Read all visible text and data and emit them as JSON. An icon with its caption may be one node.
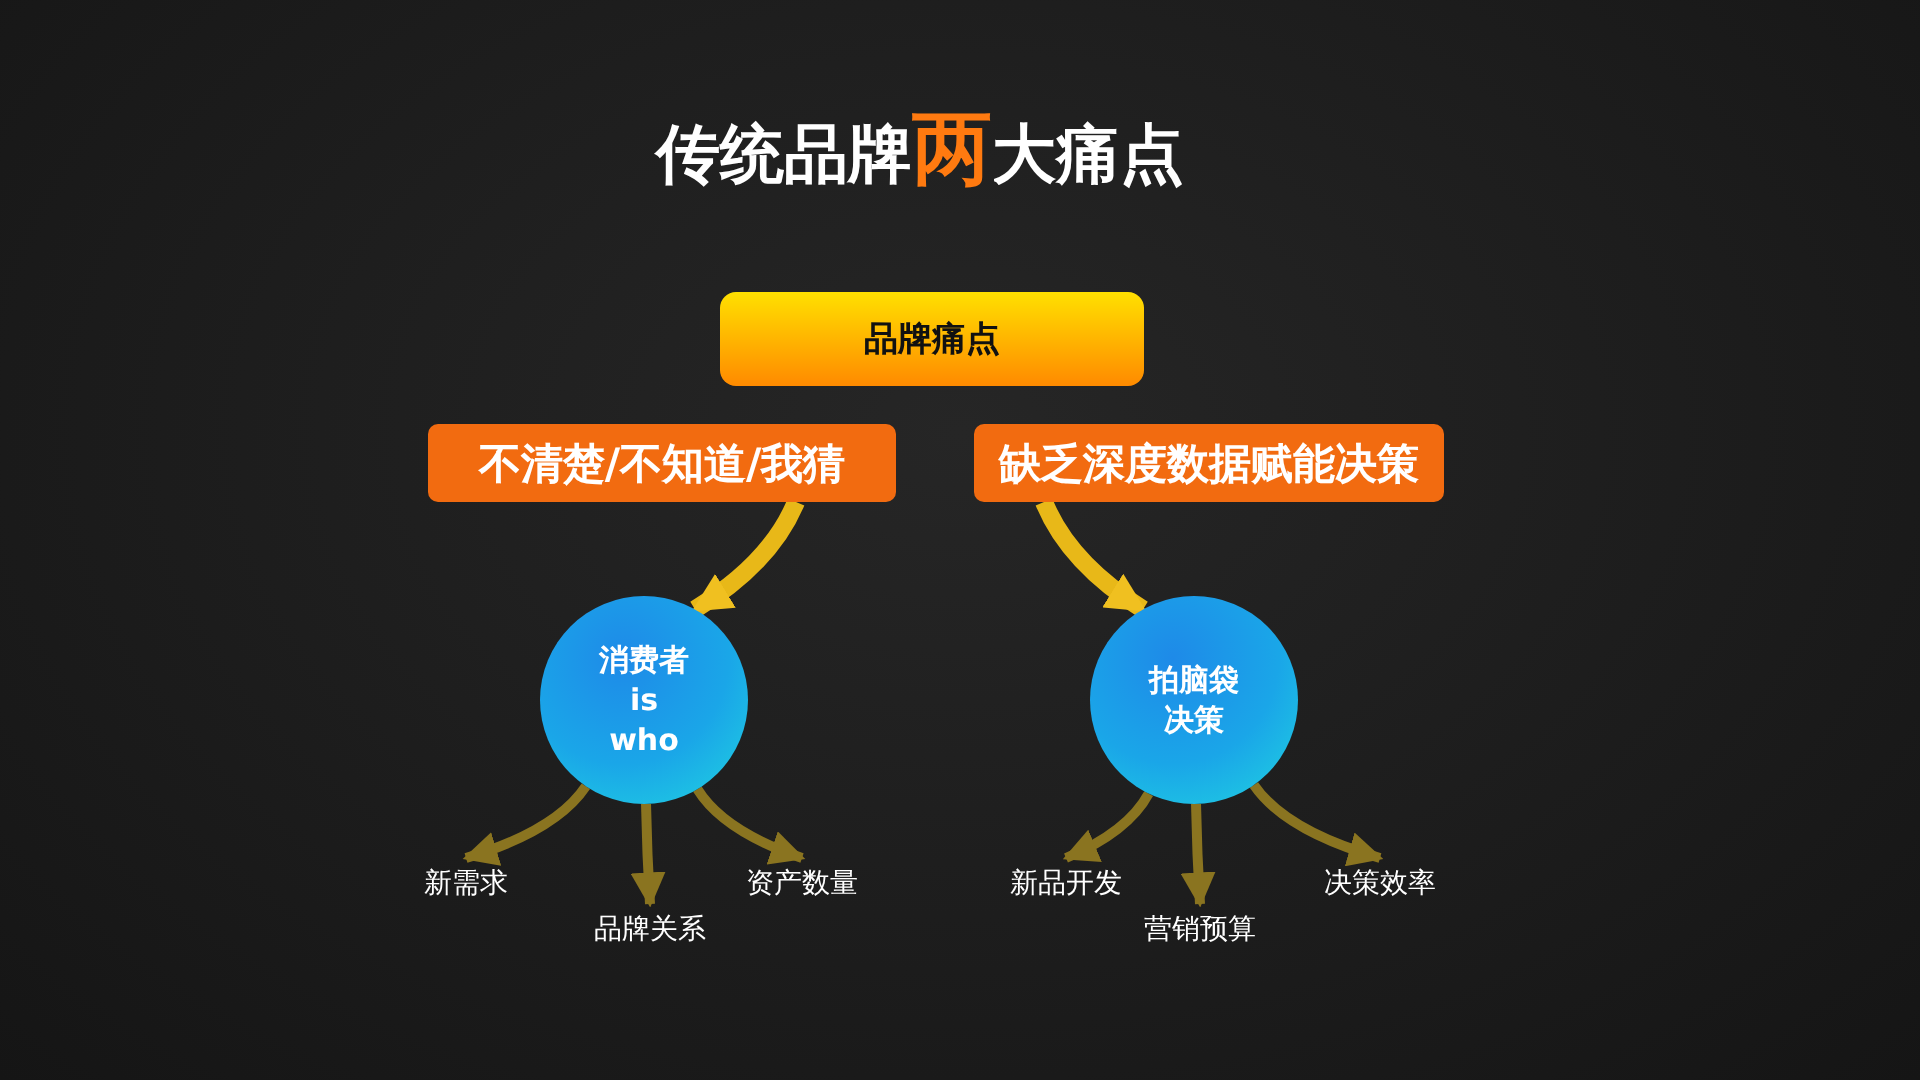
{
  "diagram": {
    "title": "传统品牌**两**大痛点",
    "nodes": [
      {
        "text": [
          "品牌痛点"
        ]
      },
      {
        "text": [
          "不清楚/不知道/我猜"
        ]
      },
      {
        "text": [
          "缺乏深度数据赋能决策"
        ]
      },
      {
        "text": [
          "消费者 is who"
        ]
      },
      {
        "text": [
          "拍脑袋决策"
        ]
      },
      {
        "text": [
          "新需求"
        ]
      },
      {
        "text": [
          "品牌关系"
        ]
      },
      {
        "text": [
          "资产数量"
        ]
      },
      {
        "text": [
          "新品开发"
        ]
      },
      {
        "text": [
          "营销预算"
        ]
      },
      {
        "text": [
          "决策效率"
        ]
      }
    ],
    "edges": [
      {
        "from": 1,
        "to": 3,
        "arrow": "to",
        "style": "thick",
        "color": "#e8b818"
      },
      {
        "from": 2,
        "to": 4,
        "arrow": "to",
        "style": "thick",
        "color": "#e8b818"
      },
      {
        "from": 3,
        "to": 5,
        "arrow": "to"
      },
      {
        "from": 3,
        "to": 6,
        "arrow": "to"
      },
      {
        "from": 3,
        "to": 7,
        "arrow": "to"
      },
      {
        "from": 4,
        "to": 8,
        "arrow": "to"
      },
      {
        "from": 4,
        "to": 9,
        "arrow": "to"
      },
      {
        "from": 4,
        "to": 10,
        "arrow": "to"
      }
    ]
  }
}
